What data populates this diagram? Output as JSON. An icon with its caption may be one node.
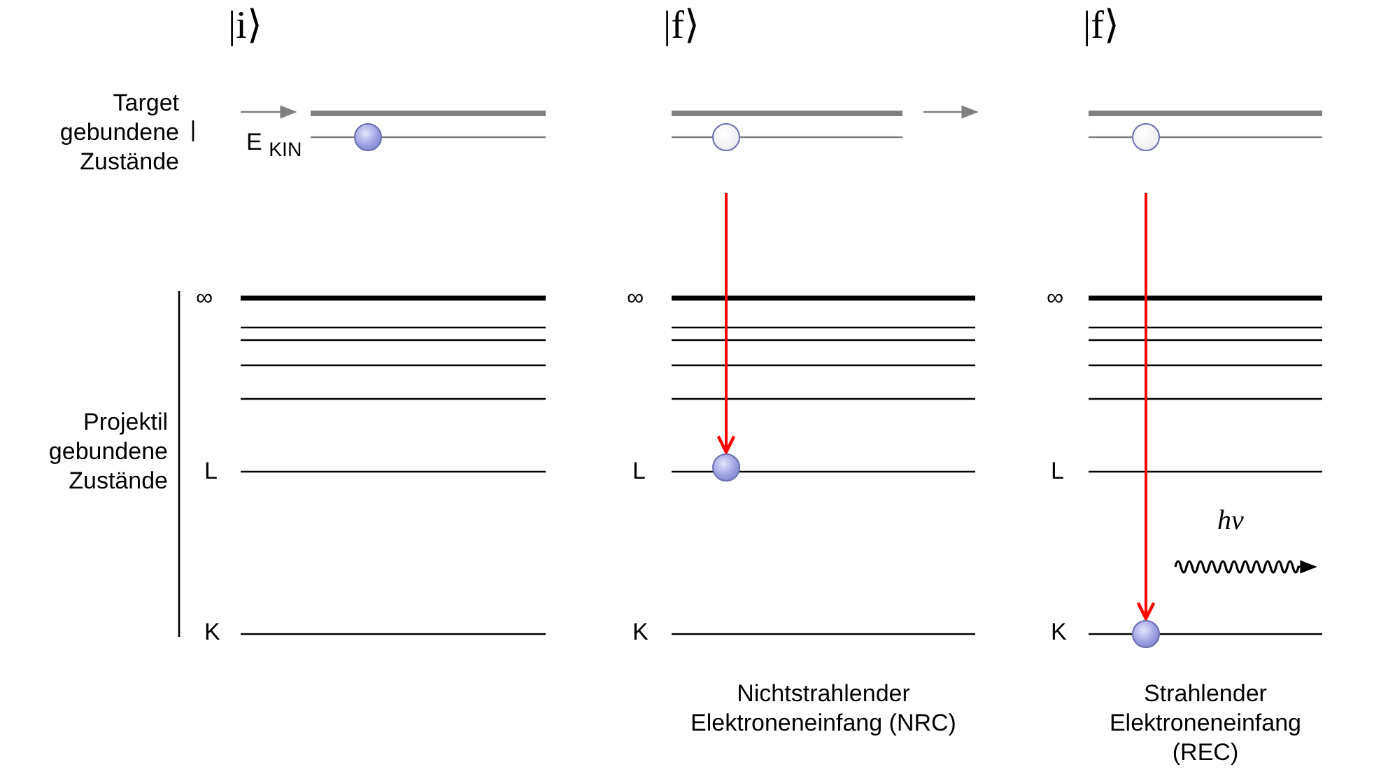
{
  "diagram": {
    "nodes": [
      {
        "text": [],
        "shape": "circle"
      },
      {
        "text": [],
        "shape": "circle"
      },
      {
        "text": [],
        "shape": "circle"
      },
      {
        "text": [],
        "shape": "circle"
      },
      {
        "text": [],
        "shape": "circle"
      }
    ],
    "edges": [
      {
        "from": 1,
        "to": 2,
        "arrow": "to"
      },
      {
        "from": 3,
        "to": 4,
        "arrow": "to"
      }
    ],
    "labels": [
      "|i⟩",
      "|f⟩",
      "|f⟩",
      "Target gebundene Zustände",
      "E $_{KIN}$",
      "∞",
      "∞",
      "∞",
      "Projektil gebundene Zustände",
      "L",
      "L",
      "L",
      "hν",
      "K",
      "K",
      "K",
      "Nichtstrahlender Elektroneneinfang (NRC)",
      "Strahlender Elektroneneinfang (REC)"
    ]
  }
}
